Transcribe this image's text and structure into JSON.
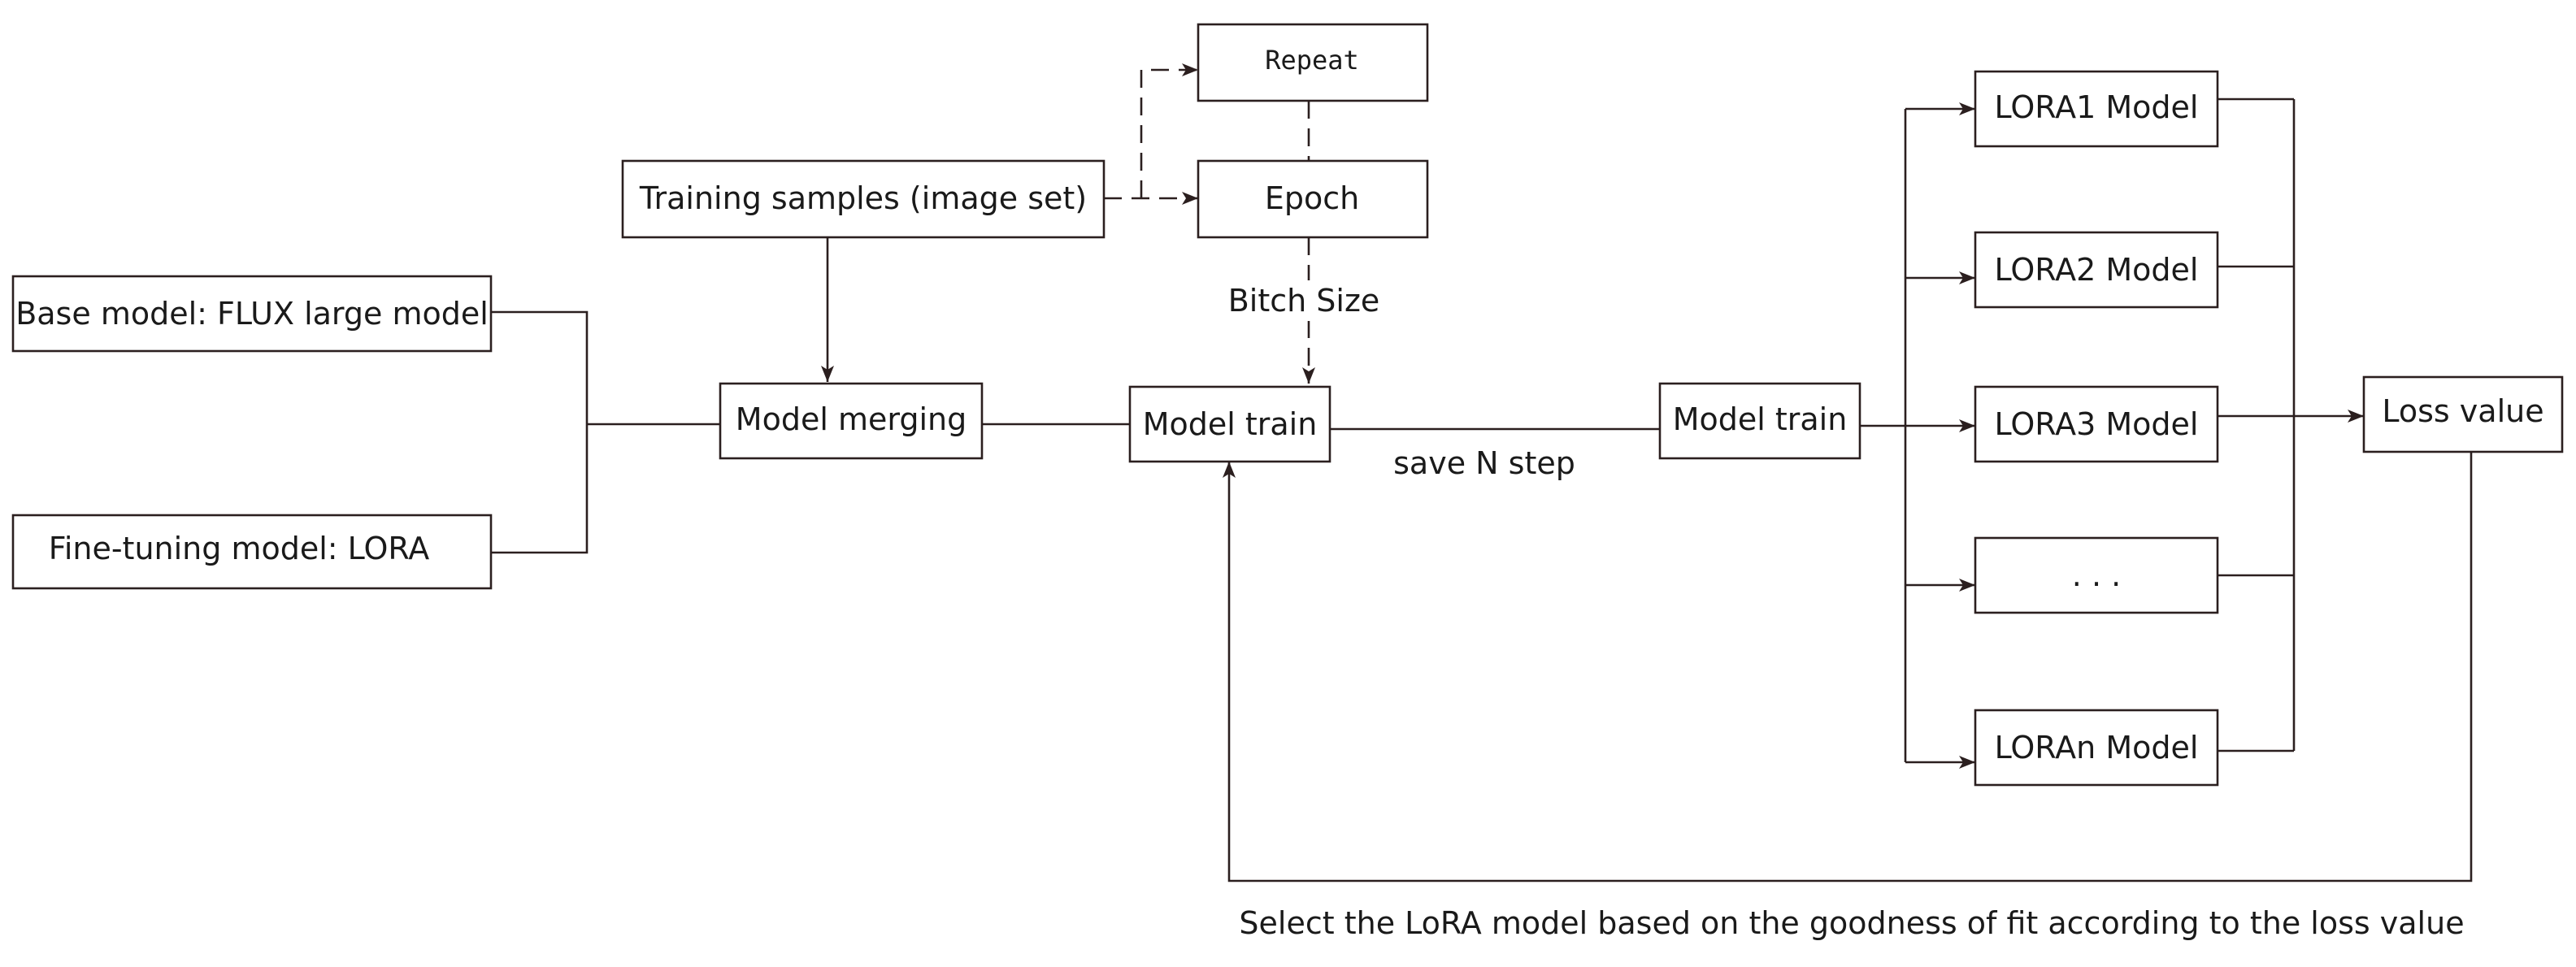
{
  "nodes": {
    "base_model": "Base model: FLUX large model",
    "fine_tuning_model": "Fine-tuning model: LORA",
    "training_samples": "Training samples (image set)",
    "repeat": "Repeat",
    "epoch": "Epoch",
    "model_merging": "Model merging",
    "model_train_1": "Model train",
    "model_train_2": "Model train",
    "lora1": "LORA1 Model",
    "lora2": "LORA2 Model",
    "lora3": "LORA3 Model",
    "lora_ellipsis": ". . .",
    "loran": "LORAn Model",
    "loss_value": "Loss value"
  },
  "edge_labels": {
    "bitch_size": "Bitch Size",
    "save_n_step": "save N step",
    "select_lora": "Select the LoRA model based on the goodness of fit according to the loss value"
  }
}
